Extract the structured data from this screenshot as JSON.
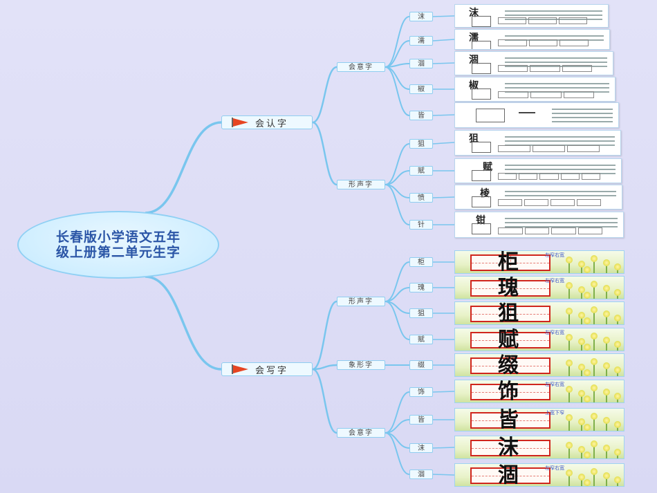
{
  "root": {
    "title": "长春版小学语文五年级上册第二单元生字"
  },
  "branch_recognize": {
    "label": "会认字",
    "groups": [
      {
        "label": "会意字",
        "items": [
          "沫",
          "濡",
          "涸",
          "椒",
          "皆"
        ]
      },
      {
        "label": "形声字",
        "items": [
          "狙",
          "赋",
          "愤",
          "针"
        ]
      }
    ],
    "card_chars": [
      "沫",
      "濡",
      "涸",
      "椒",
      "",
      "狙",
      "赋",
      "棱",
      "钳"
    ]
  },
  "branch_write": {
    "label": "会写字",
    "groups": [
      {
        "label": "形声字",
        "items": [
          "柜",
          "瑰",
          "狙",
          "赋"
        ]
      },
      {
        "label": "象形字",
        "items": [
          "缀"
        ]
      },
      {
        "label": "会意字",
        "items": [
          "饰",
          "皆",
          "沫",
          "涸"
        ]
      }
    ],
    "card_chars": [
      "柜",
      "瑰",
      "狙",
      "赋",
      "缀",
      "饰",
      "皆",
      "沫",
      "涸"
    ],
    "card_hints": [
      "左窄右宽",
      "左窄右宽",
      "",
      "左窄右宽",
      "",
      "左窄右宽",
      "上宽下窄",
      "",
      "左窄右宽"
    ]
  },
  "colors": {
    "link": "#79c6ee",
    "accent_red": "#d0251d",
    "root_text": "#2a55a6"
  }
}
